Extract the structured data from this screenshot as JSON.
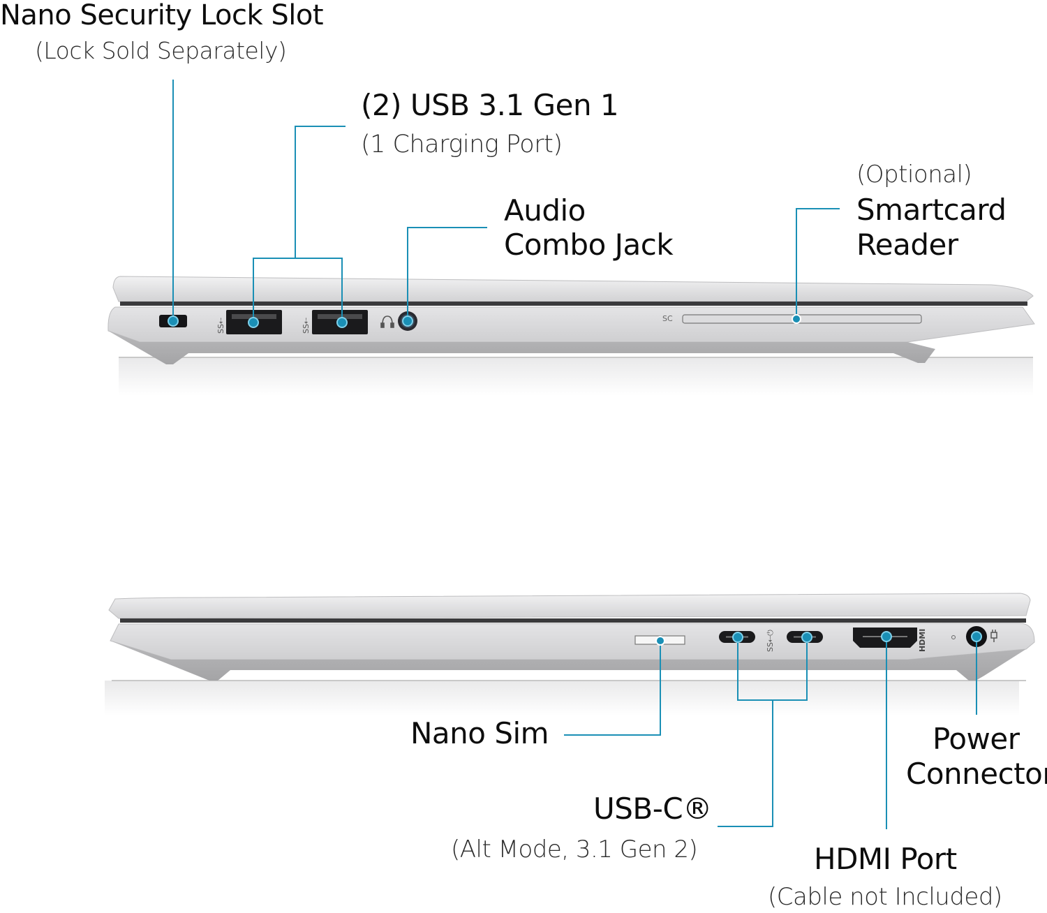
{
  "diagram": {
    "title": "Laptop side port layout",
    "accent_color": "#1a8fb5",
    "chassis_color": "#d9d9da",
    "top_view": {
      "side": "left",
      "callouts": [
        {
          "id": "lock",
          "title": "Nano Security Lock Slot",
          "subtitle": "(Lock Sold Separately)"
        },
        {
          "id": "usb-a",
          "title": "(2) USB 3.1 Gen 1",
          "subtitle": "(1 Charging Port)"
        },
        {
          "id": "audio",
          "title_line1": "Audio",
          "title_line2": "Combo Jack"
        },
        {
          "id": "smartcard",
          "pre": "(Optional)",
          "title_line1": "Smartcard",
          "title_line2": "Reader"
        }
      ],
      "port_marks": {
        "sc_label": "SC",
        "usb_logo": "SS"
      }
    },
    "bottom_view": {
      "side": "right",
      "callouts": [
        {
          "id": "nanosim",
          "title": "Nano Sim"
        },
        {
          "id": "usb-c",
          "title": "USB-C®",
          "subtitle": "(Alt Mode, 3.1 Gen 2)"
        },
        {
          "id": "hdmi",
          "title": "HDMI Port",
          "subtitle": "(Cable not Included)"
        },
        {
          "id": "power",
          "title_line1": "Power",
          "title_line2": "Connector"
        }
      ],
      "port_marks": {
        "hdmi_label": "HDMI",
        "usb_logo": "SS"
      }
    }
  }
}
